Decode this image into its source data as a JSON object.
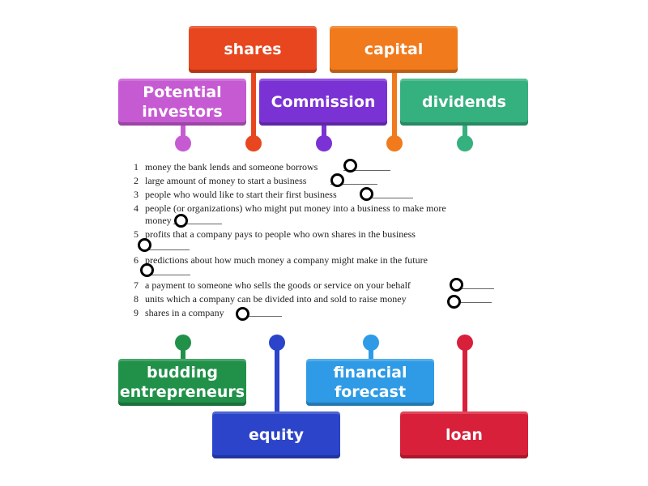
{
  "tiles": {
    "shares": "shares",
    "capital": "capital",
    "potential_investors": "Potential investors",
    "commission": "Commission",
    "dividends": "dividends",
    "budding_entrepreneurs": "budding entrepreneurs",
    "equity": "equity",
    "financial_forecast": "financial forecast",
    "loan": "loan"
  },
  "questions": [
    {
      "num": "1",
      "text": "money the bank lends and someone borrows"
    },
    {
      "num": "2",
      "text": "large amount of money to start a business"
    },
    {
      "num": "3",
      "text": "people who would like to start their first business"
    },
    {
      "num": "4",
      "text": "people (or organizations) who might put money into a business to make more"
    },
    {
      "num": "",
      "text": "money"
    },
    {
      "num": "5",
      "text": "profits that a company pays to people who own shares in the business"
    },
    {
      "num": "6",
      "text": "predictions about how much money a company might make in the future"
    },
    {
      "num": "7",
      "text": "a payment to someone who sells the goods or service on your behalf"
    },
    {
      "num": "8",
      "text": "units which a company can be divided into and sold to raise money"
    },
    {
      "num": "9",
      "text": "shares in a company"
    }
  ],
  "colors": {
    "shares": "#e8461e",
    "capital": "#f07a1c",
    "potential_investors": "#c65ad2",
    "commission": "#7b32d4",
    "dividends": "#35b07f",
    "budding_entrepreneurs": "#21914a",
    "equity": "#2b44c9",
    "financial_forecast": "#2f9be6",
    "loan": "#d8203a"
  }
}
